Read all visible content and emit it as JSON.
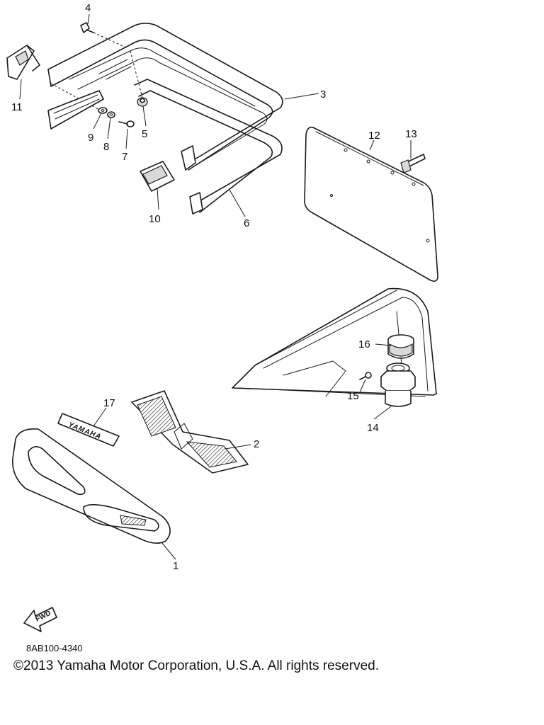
{
  "callouts": {
    "c1": "1",
    "c2": "2",
    "c3": "3",
    "c4": "4",
    "c5": "5",
    "c6": "6",
    "c7": "7",
    "c8": "8",
    "c9": "9",
    "c10": "10",
    "c11": "11",
    "c12": "12",
    "c13": "13",
    "c14": "14",
    "c15": "15",
    "c16": "16",
    "c17": "17"
  },
  "fwd_label": "FWD",
  "emblem_text": "YAMAHA",
  "diagram_code": "8AB100-4340",
  "copyright": "©2013 Yamaha Motor Corporation, U.S.A. All rights reserved."
}
